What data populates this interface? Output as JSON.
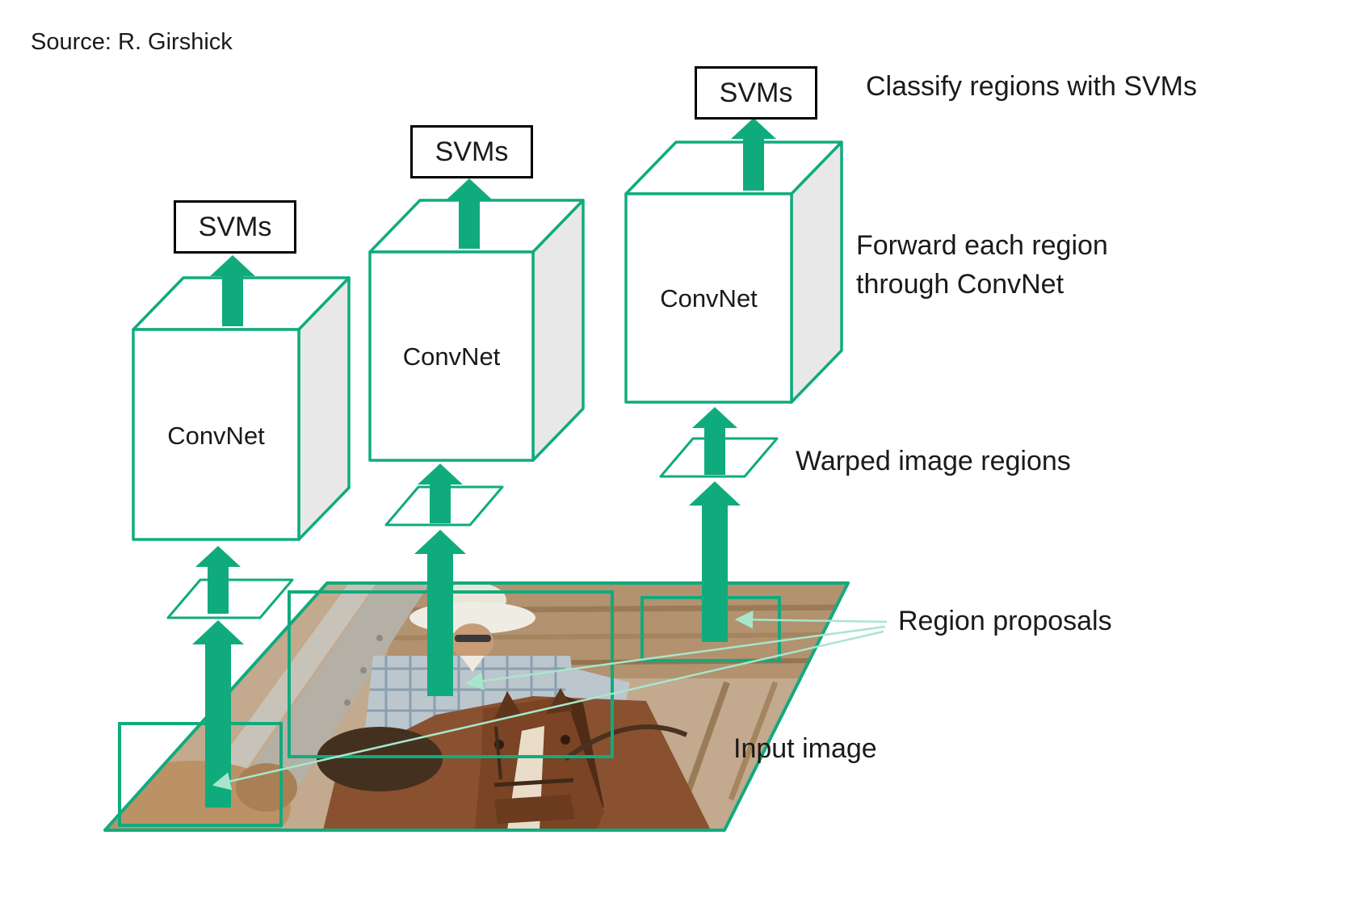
{
  "colors": {
    "accent": "#10ab7d",
    "light_arrow": "#a8e6cc",
    "side_fill": "#e8e8e8",
    "text": "#1a1a1a"
  },
  "source_credit": "Source: R. Girshick",
  "svm_boxes": [
    "SVMs",
    "SVMs",
    "SVMs"
  ],
  "convnet_boxes": [
    "ConvNet",
    "ConvNet",
    "ConvNet"
  ],
  "annotations": {
    "classify": "Classify regions with SVMs",
    "forward_line1": "Forward each region",
    "forward_line2": "through ConvNet",
    "warped": "Warped image regions",
    "region_proposals": "Region proposals",
    "input_image": "Input image"
  }
}
